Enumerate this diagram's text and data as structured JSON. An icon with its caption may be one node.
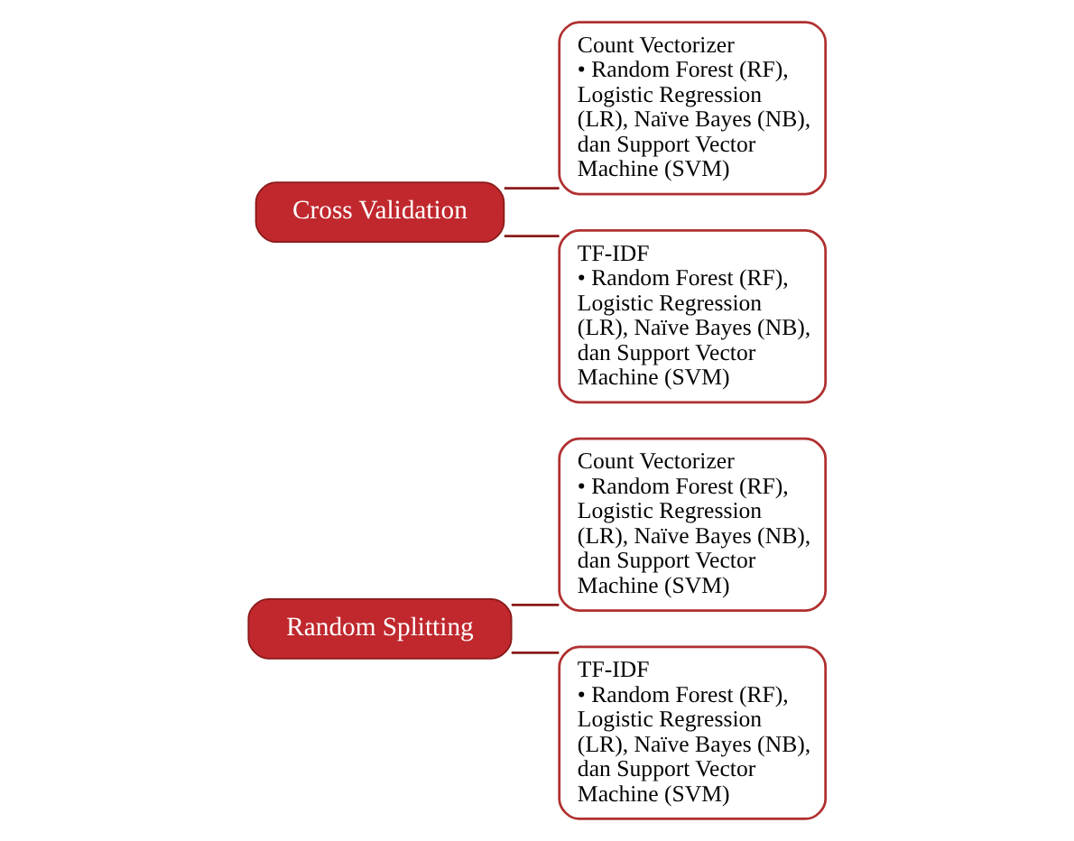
{
  "diagram": {
    "nodes": [
      {
        "text": [
          "Random Splitting"
        ]
      },
      {
        "text": [
          "Count Vectorizer",
          "• Random Forest (RF), Logistic Regression (LR), Naïve Bayes (NB), dan Support Vector Machine (SVM)"
        ]
      },
      {
        "text": [
          "TF-IDF",
          "• Random Forest (RF), Logistic Regression (LR), Naïve Bayes (NB), dan Support Vector Machine (SVM)"
        ]
      },
      {
        "text": [
          "Cross Validation"
        ]
      },
      {
        "text": [
          "Count Vectorizer",
          "• Random Forest (RF), Logistic Regression (LR), Naïve Bayes (NB), dan Support Vector Machine (SVM)"
        ]
      },
      {
        "text": [
          "TF-IDF",
          "• Random Forest (RF), Logistic Regression (LR), Naïve Bayes (NB), dan Support Vector Machine (SVM)"
        ]
      }
    ],
    "edges": [
      {
        "from": 0,
        "to": 1,
        "arrow": "none"
      },
      {
        "from": 0,
        "to": 2,
        "arrow": "none"
      },
      {
        "from": 3,
        "to": 4,
        "arrow": "none"
      },
      {
        "from": 3,
        "to": 5,
        "arrow": "none"
      }
    ]
  }
}
